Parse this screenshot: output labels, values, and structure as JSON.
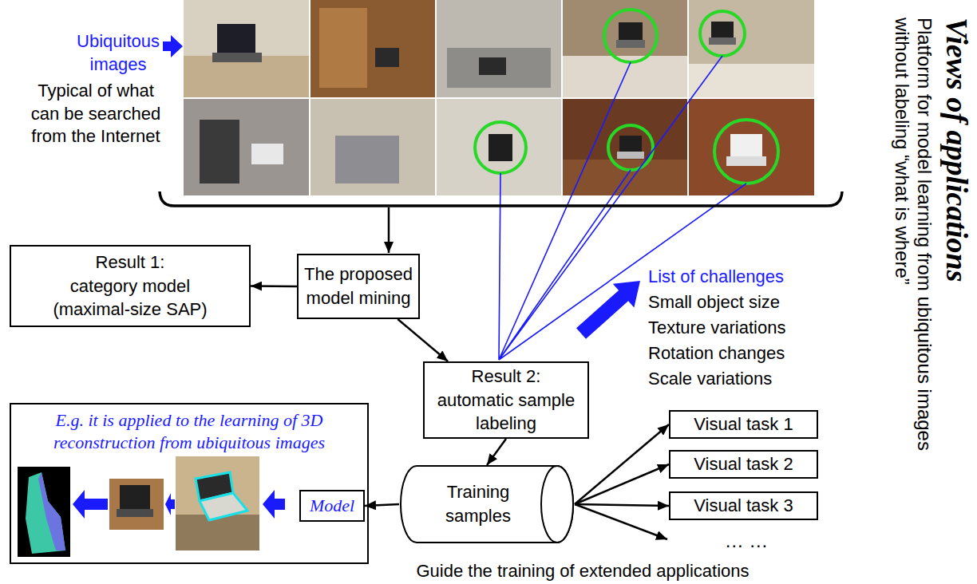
{
  "diagram": {
    "title": "Views of applications",
    "nodes": [
      {
        "text": [
          "Result 1:",
          "category model (maximal-size SAP)"
        ]
      },
      {
        "text": [
          "The proposed model mining"
        ]
      },
      {
        "text": [
          "Result 2:",
          "automatic sample labeling"
        ]
      },
      {
        "text": [
          "E.g. it is applied to the learning of 3D reconstruction from ubiquitous images"
        ]
      },
      {
        "text": [
          "Model"
        ],
        "in": 3
      },
      {
        "text": [
          "Training samples"
        ]
      },
      {
        "text": [
          "Visual task 1"
        ]
      },
      {
        "text": [
          "Visual task 2"
        ]
      },
      {
        "text": [
          "Visual task 3"
        ]
      }
    ],
    "edges": [
      {
        "from": 1,
        "to": 0,
        "arrow": "to"
      },
      {
        "from": 1,
        "to": 2,
        "arrow": "to"
      },
      {
        "from": 2,
        "to": 5,
        "arrow": "to"
      },
      {
        "from": 5,
        "to": 4,
        "arrow": "to"
      },
      {
        "from": 5,
        "to": 6,
        "arrow": "to"
      },
      {
        "from": 5,
        "to": 7,
        "arrow": "to"
      },
      {
        "from": 5,
        "to": 8,
        "arrow": "to"
      }
    ],
    "labels": [
      "Ubiquitous images",
      "Typical of what can be searched from the Internet",
      "List of challenges",
      "Small object size",
      "Texture variations",
      "Rotation changes",
      "Scale variations",
      "… …",
      "Guide the training of extended applications",
      "Platform for model learning from ubiquitous images without labeling “what is where”"
    ]
  }
}
